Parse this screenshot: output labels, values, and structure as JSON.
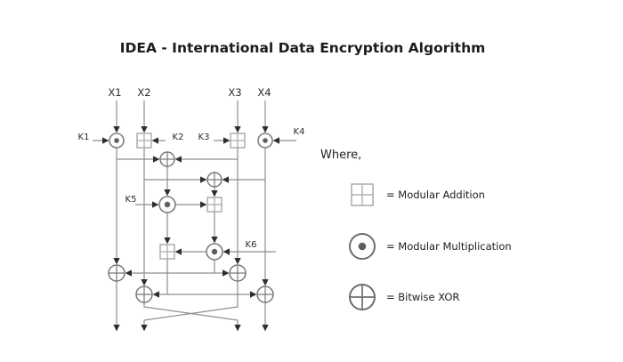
{
  "title": "IDEA - International Data Encryption Algorithm",
  "diagram": {
    "inputs": [
      "X1",
      "X2",
      "X3",
      "X4"
    ],
    "keys": [
      "K1",
      "K2",
      "K3",
      "K4",
      "K5",
      "K6"
    ]
  },
  "legend": {
    "heading": "Where,",
    "items": [
      {
        "icon": "modular-addition-icon",
        "label": "= Modular Addition"
      },
      {
        "icon": "modular-multiplication-icon",
        "label": "= Modular Multiplication"
      },
      {
        "icon": "bitwise-xor-icon",
        "label": "= Bitwise XOR"
      }
    ]
  },
  "colors": {
    "background": "#ffffff",
    "wire": "#8e8e8e",
    "arrowhead": "#2e2e2e",
    "addition_symbol": "#a8a8a8",
    "multiplication_symbol": "#7e7e7e",
    "xor_symbol": "#787878",
    "text": "#1c1c1c"
  }
}
